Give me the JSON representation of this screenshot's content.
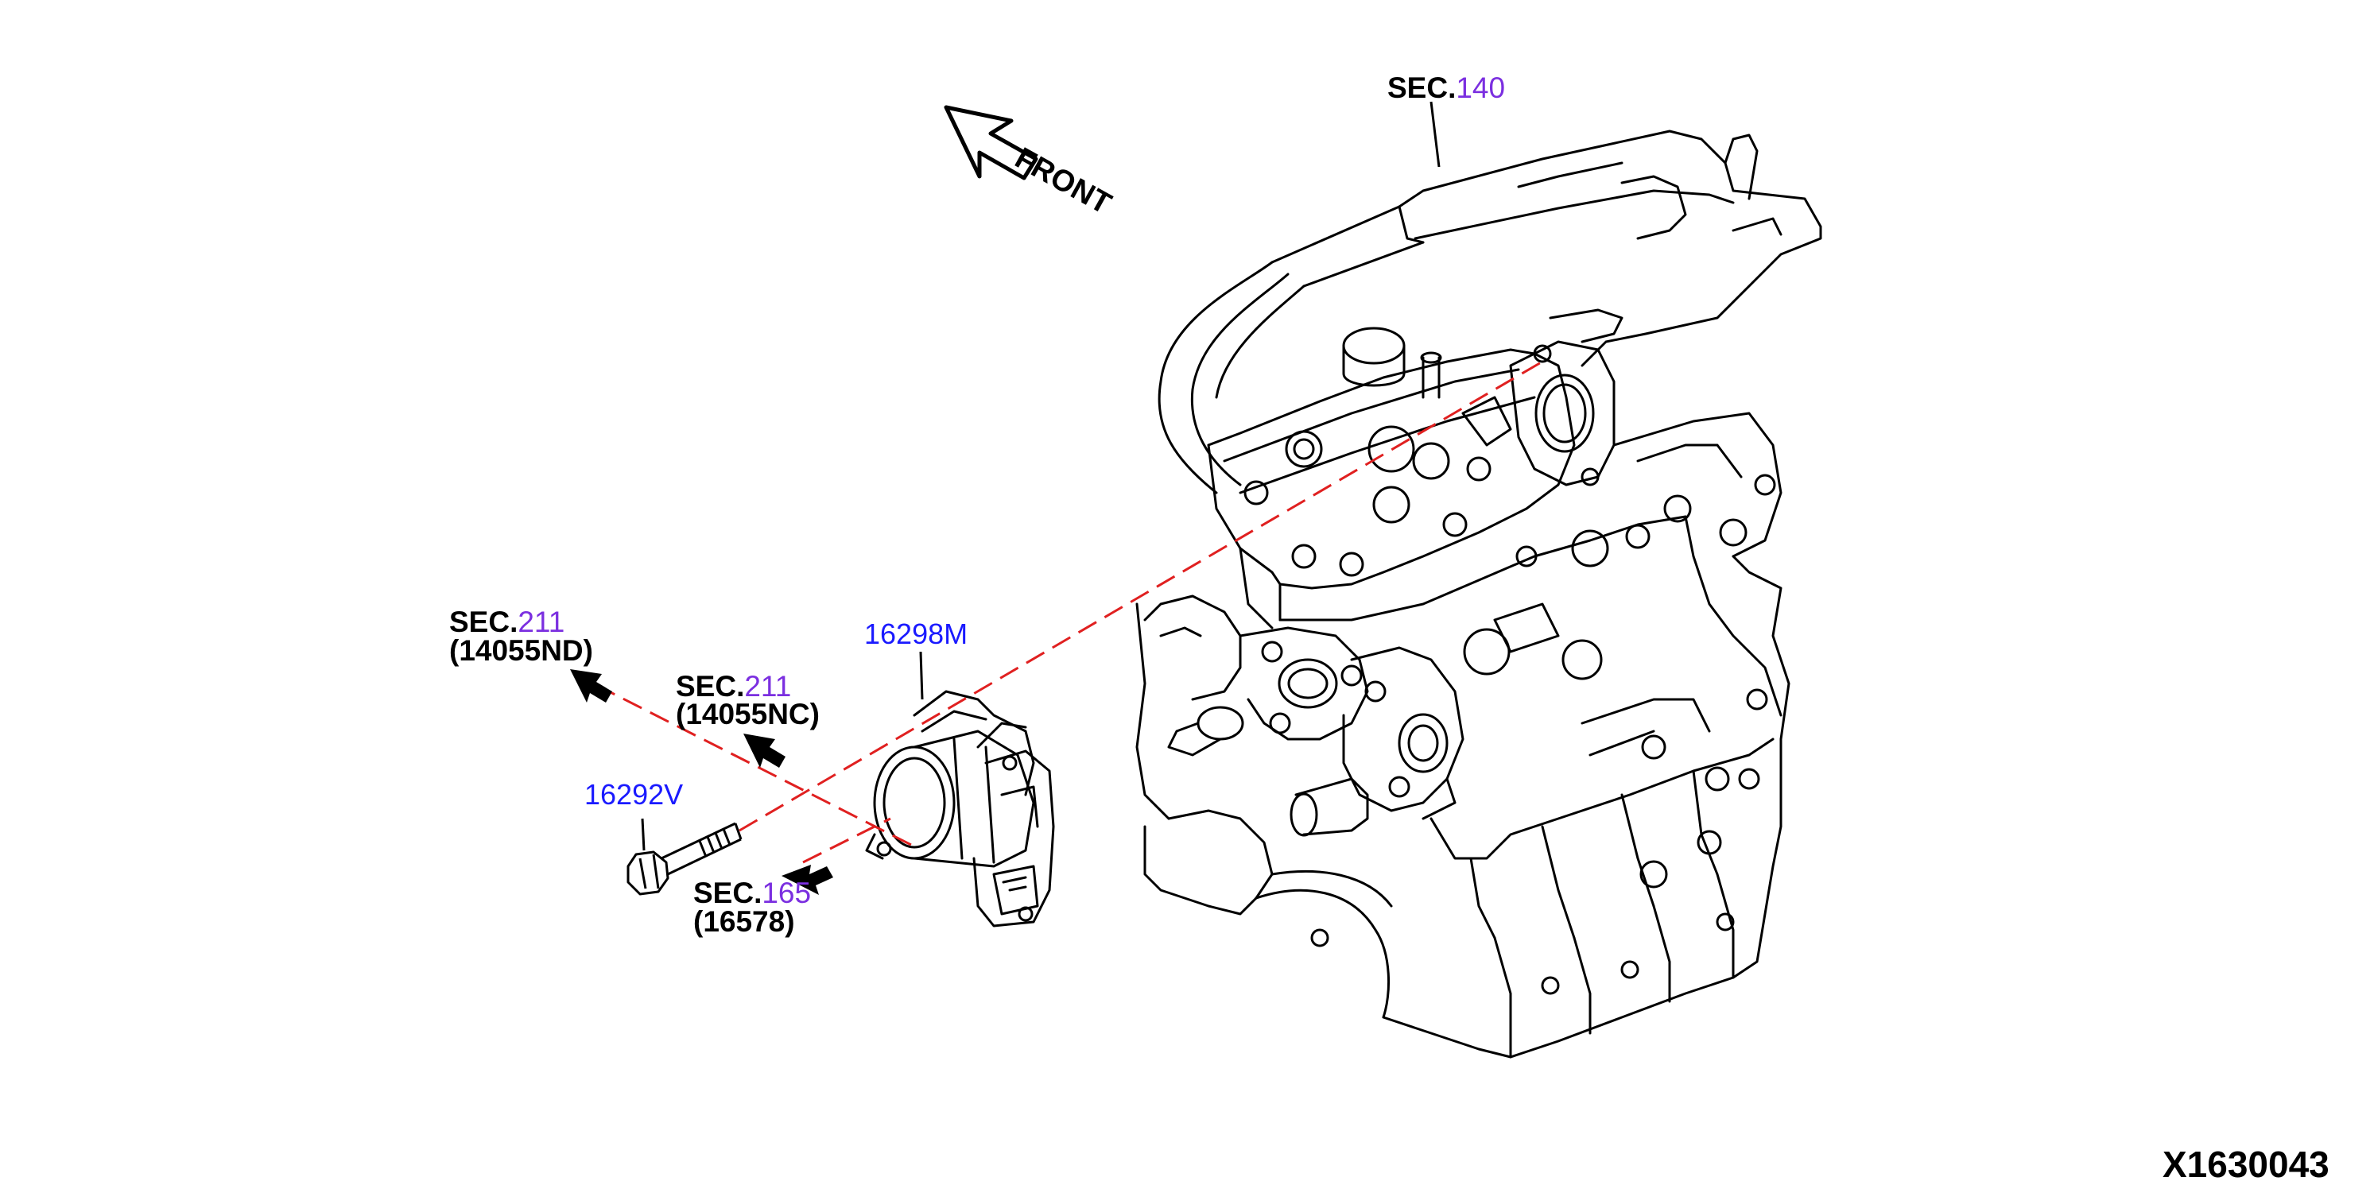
{
  "diagram_id": "X1630043",
  "front_label": "FRONT",
  "sec_prefix": "SEC.",
  "sections": [
    {
      "id": "sec-140",
      "num": "140"
    },
    {
      "id": "sec-211-nd",
      "num": "211",
      "sub": "(14055ND)"
    },
    {
      "id": "sec-211-nc",
      "num": "211",
      "sub": "(14055NC)"
    },
    {
      "id": "sec-165",
      "num": "165",
      "sub": "(16578)"
    }
  ],
  "parts": [
    {
      "id": "throttle-body",
      "number": "16298M"
    },
    {
      "id": "bolt",
      "number": "16292V"
    }
  ],
  "colors": {
    "part_number": "#1a1aff",
    "section_number": "#7b2fe0",
    "guide_line": "#e02020",
    "outline": "#000000"
  }
}
